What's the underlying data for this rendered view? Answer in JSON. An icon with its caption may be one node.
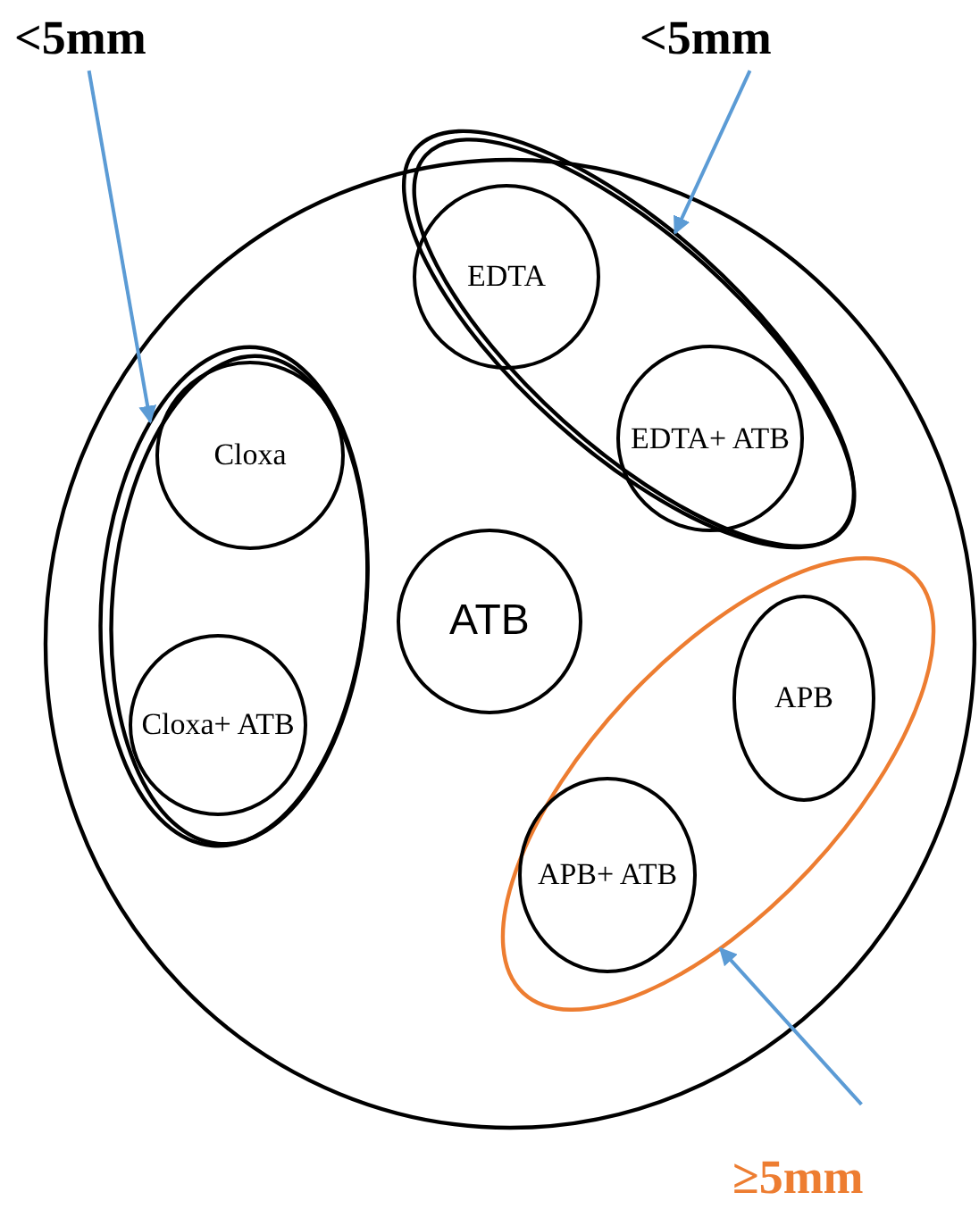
{
  "diagram": {
    "nodes": [
      {
        "text": [
          "<5mm"
        ]
      },
      {
        "text": [
          "<5mm"
        ]
      },
      {
        "text": [],
        "shape": "circle"
      },
      {
        "text": [],
        "shape": "ellipse",
        "in": 2
      },
      {
        "text": [
          "EDTA"
        ],
        "in": 3
      },
      {
        "text": [
          "EDTA+ ATB"
        ],
        "in": 3
      },
      {
        "text": [],
        "shape": "ellipse",
        "in": 2
      },
      {
        "text": [
          "Cloxa"
        ],
        "in": 6
      },
      {
        "text": [
          "Cloxa+ ATB"
        ],
        "in": 6
      },
      {
        "text": [
          "ATB"
        ],
        "in": 2
      },
      {
        "text": [],
        "shape": "ellipse",
        "in": 2
      },
      {
        "text": [
          "APB"
        ],
        "in": 10
      },
      {
        "text": [
          "APB+ ATB"
        ],
        "in": 10
      },
      {
        "text": [
          "≥5mm"
        ]
      }
    ],
    "edges": [
      {
        "from": 0,
        "to": 6,
        "arrow": "to"
      },
      {
        "from": 1,
        "to": 3,
        "arrow": "to"
      },
      {
        "from": 13,
        "to": 10,
        "arrow": "to"
      }
    ]
  }
}
